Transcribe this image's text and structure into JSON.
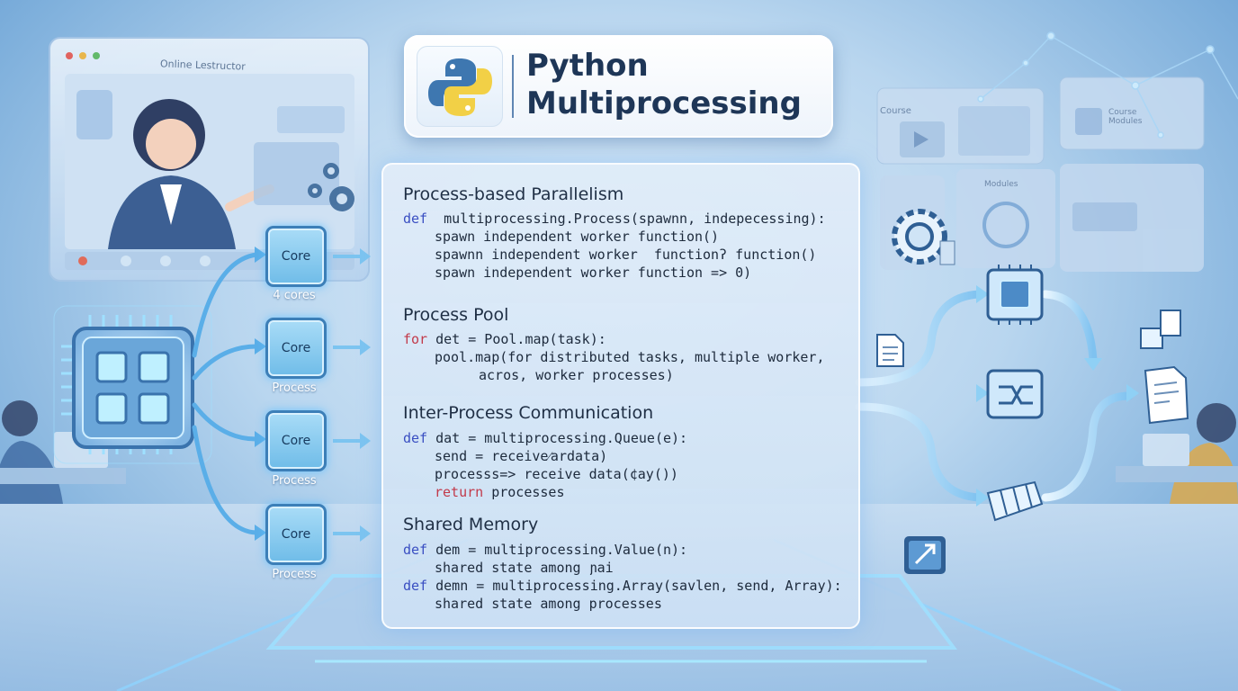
{
  "title": {
    "line1": "Python",
    "line2": "Multiprocessing"
  },
  "code_sections": [
    {
      "heading": "Process-based Parallelism",
      "lines": [
        {
          "indent": 1,
          "kw": "def",
          "text": " multiprocessing.Process(spawnn, indepecessing):"
        },
        {
          "indent": 2,
          "kw": "",
          "text": "spawn independent worker function()"
        },
        {
          "indent": 2,
          "kw": "",
          "text": "spawnn independent worker  functionʔ function()"
        },
        {
          "indent": 2,
          "kw": "",
          "text": "spawn independent worker function => 0)"
        }
      ]
    },
    {
      "heading": "Process Pool",
      "lines": [
        {
          "indent": 1,
          "kw": "for",
          "text": "det = Pool.map(task):"
        },
        {
          "indent": 2,
          "kw": "",
          "text": "pool.map(for distributed tasks, multiple worker,"
        },
        {
          "indent": 3,
          "kw": "",
          "text": "acros, worker processes)"
        }
      ]
    },
    {
      "heading": "Inter-Process Communication",
      "lines": [
        {
          "indent": 1,
          "kw": "def",
          "text": "dat = multiprocessing.Queue(e):"
        },
        {
          "indent": 2,
          "kw": "",
          "text": "send = receive⁄ardata)"
        },
        {
          "indent": 2,
          "kw": "",
          "text": "processs=> receive data(¢aу())"
        },
        {
          "indent": 2,
          "kw": "return",
          "text": "processes"
        }
      ]
    },
    {
      "heading": "Shared Memory",
      "lines": [
        {
          "indent": 1,
          "kw": "def",
          "text": "dem = multiprocessing.Value(n):"
        },
        {
          "indent": 2,
          "kw": "",
          "text": "shared state among ɲai"
        },
        {
          "indent": 1,
          "kw": "def",
          "text": "demn = multiprocessing.Array(savlen, send, Array):"
        },
        {
          "indent": 2,
          "kw": "",
          "text": "shared state among processes"
        }
      ]
    }
  ],
  "cores": [
    {
      "label": "Core",
      "caption": "4 cores"
    },
    {
      "label": "Core",
      "caption": "Process"
    },
    {
      "label": "Core",
      "caption": "Process"
    },
    {
      "label": "Core",
      "caption": "Process"
    }
  ],
  "background_screens": {
    "left_window_title": "Online Lestructor",
    "right_panel_1": "Course",
    "right_panel_2": "Course Modules",
    "right_panel_3": "Modules"
  },
  "colors": {
    "accent": "#3c7fb8",
    "glow": "#8fd4ff",
    "python_blue": "#3e77b0",
    "python_yellow": "#f2d046"
  },
  "icons": [
    "python-logo-icon",
    "cpu-chip-icon",
    "gear-icon",
    "document-icon",
    "box-stack-icon",
    "shuffle-chip-icon",
    "arrow-chip-icon"
  ]
}
